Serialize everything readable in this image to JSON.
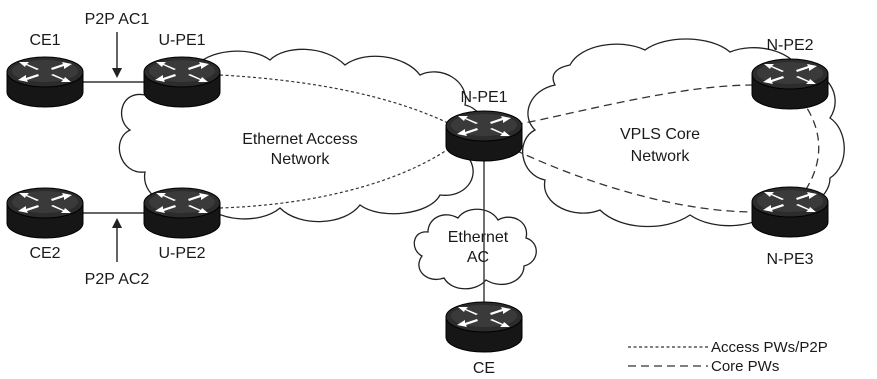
{
  "nodes": {
    "ce1": "CE1",
    "ce2": "CE2",
    "upe1": "U-PE1",
    "upe2": "U-PE2",
    "npe1": "N-PE1",
    "npe2": "N-PE2",
    "npe3": "N-PE3",
    "ce": "CE"
  },
  "attachment_circuits": {
    "ac1": "P2P AC1",
    "ac2": "P2P AC2"
  },
  "clouds": {
    "access_line1": "Ethernet Access",
    "access_line2": "Network",
    "core_line1": "VPLS Core",
    "core_line2": "Network",
    "eth_ac_line1": "Ethernet",
    "eth_ac_line2": "AC"
  },
  "legend": {
    "access": "Access PWs/P2P",
    "core": "Core PWs"
  },
  "icons": {
    "router": "router-icon",
    "cloud": "cloud-icon"
  },
  "colors": {
    "router_body": "#1c1c1c",
    "router_top": "#2b2b2b",
    "arrows": "#ffffff"
  }
}
